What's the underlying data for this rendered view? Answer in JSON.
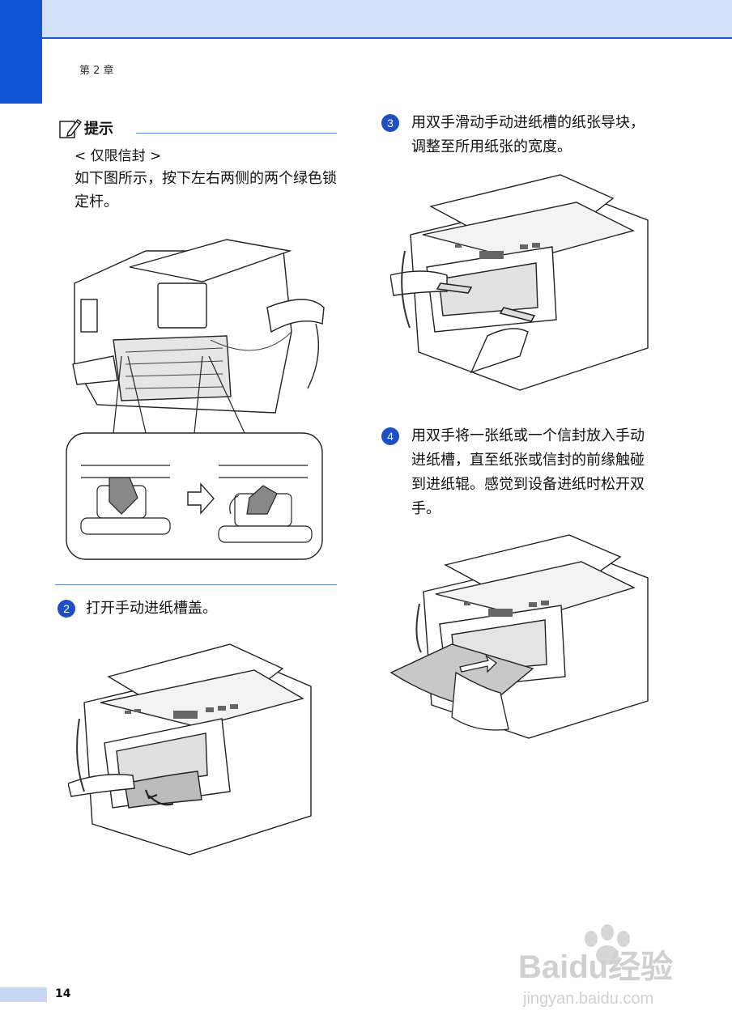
{
  "header": {
    "chapter": "第 2 章"
  },
  "note": {
    "title": "提示",
    "subtitle": "< 仅限信封 >",
    "body": "如下图所示，按下左右两侧的两个绿色锁定杆。"
  },
  "steps": [
    {
      "number": "2",
      "text": "打开手动进纸槽盖。"
    },
    {
      "number": "3",
      "text": "用双手滑动手动进纸槽的纸张导块，调整至所用纸张的宽度。"
    },
    {
      "number": "4",
      "text": "用双手将一张纸或一个信封放入手动进纸槽，直至纸张或信封的前缘触碰到进纸辊。感觉到设备进纸时松开双手。"
    }
  ],
  "footer": {
    "page_number": "14"
  },
  "watermark": {
    "brand": "Baidu经验",
    "url": "jingyan.baidu.com"
  },
  "colors": {
    "accent": "#0e55d8",
    "header_band": "#d4dff8",
    "step_circle": "#1d4fc4"
  }
}
